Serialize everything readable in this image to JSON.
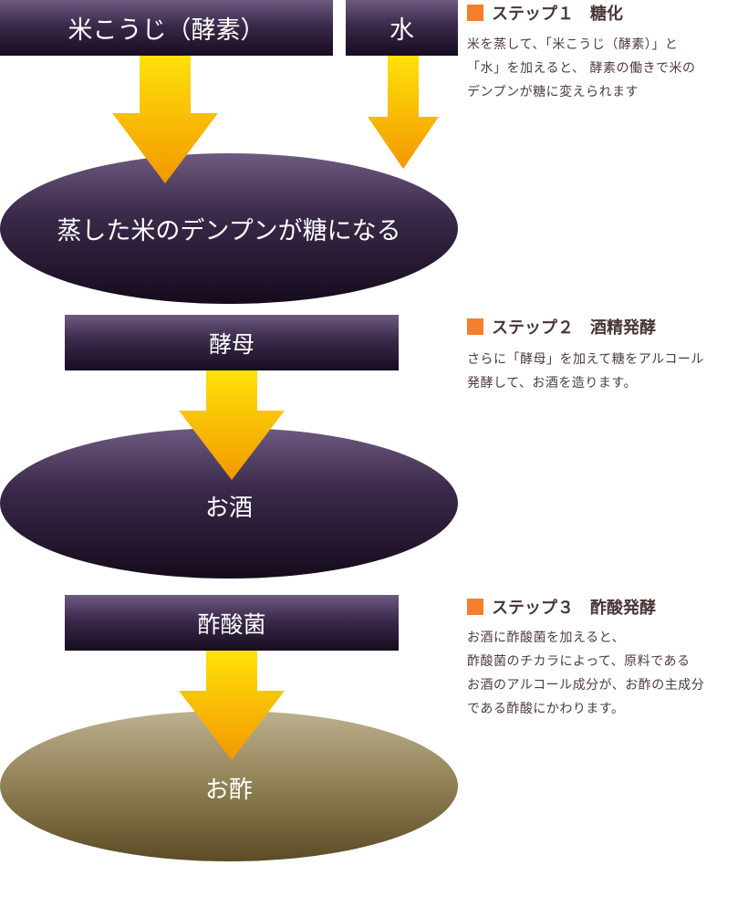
{
  "colors": {
    "accent_square": "#f57f2d",
    "title_text": "#4a3636",
    "desc_text": "#4e3b3b",
    "arrow_top": "#ffe10a",
    "arrow_bottom": "#f39800"
  },
  "diagram": {
    "box_koji": "米こうじ（酵素）",
    "box_water": "水",
    "ellipse_1": "蒸した米のデンプンが糖になる",
    "box_yeast": "酵母",
    "ellipse_2": "お酒",
    "box_acetobacter": "酢酸菌",
    "ellipse_3": "お酢"
  },
  "steps": [
    {
      "title": "ステップ１　糖化",
      "lines": [
        "米を蒸して、「米こうじ（酵素）」と",
        "「水」を加えると、 酵素の働きで米の",
        "デンプンが糖に変えられます"
      ]
    },
    {
      "title": "ステップ２　酒精発酵",
      "lines": [
        "さらに「酵母」を加えて糖をアルコール",
        "発酵して、お酒を造ります。"
      ]
    },
    {
      "title": "ステップ３　酢酸発酵",
      "lines": [
        "お酒に酢酸菌を加えると、",
        "酢酸菌のチカラによって、原料である",
        "お酒のアルコール成分が、お酢の主成分",
        "である酢酸にかわります。"
      ]
    }
  ]
}
